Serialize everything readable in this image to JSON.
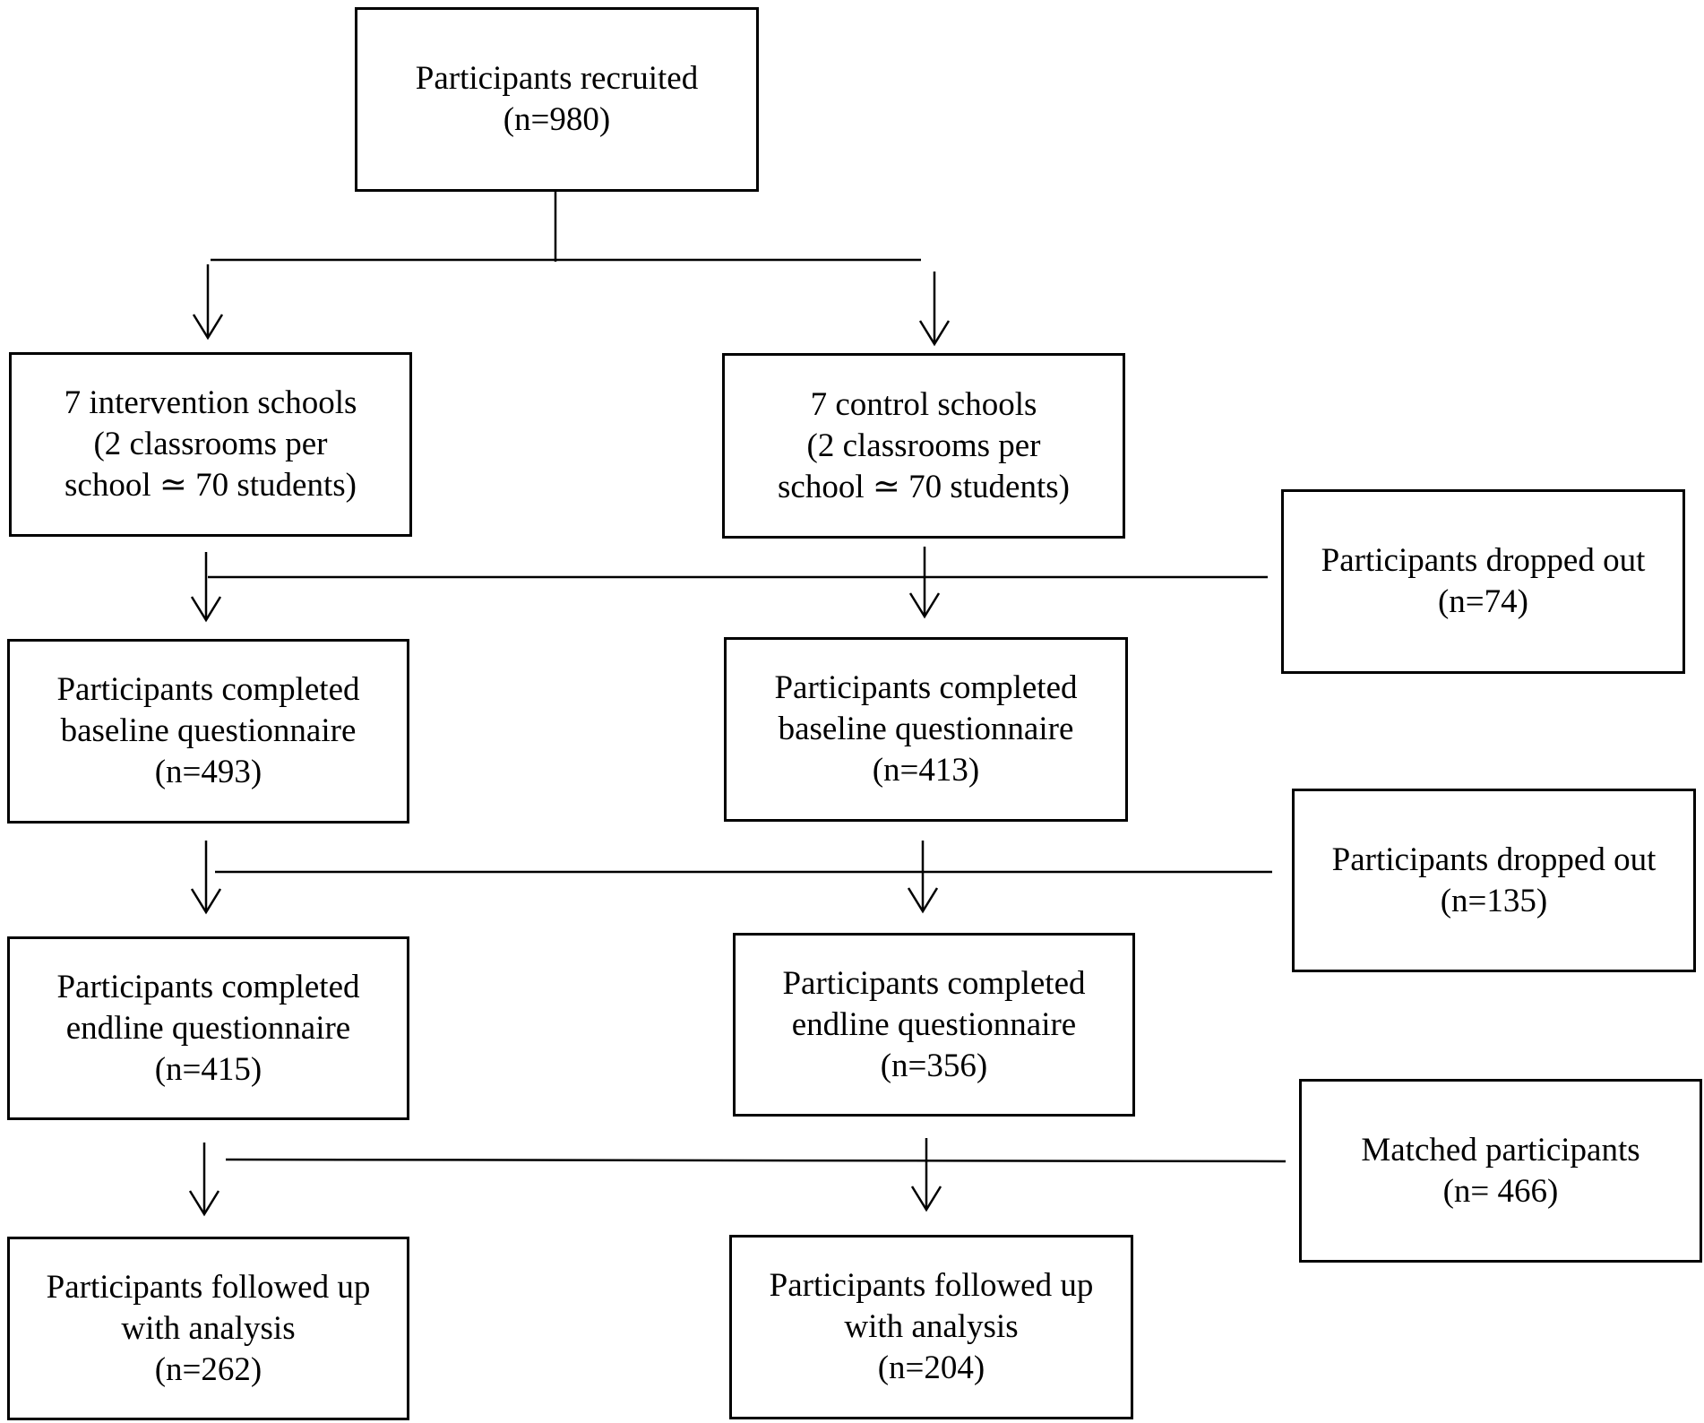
{
  "boxes": {
    "recruited": "Participants recruited\n(n=980)",
    "intervention_schools": "7 intervention schools\n(2 classrooms per\nschool ≃ 70 students)",
    "control_schools": "7 control schools\n(2 classrooms per\nschool ≃ 70 students)",
    "dropped_out_1": "Participants dropped out\n(n=74)",
    "intervention_baseline": "Participants completed\nbaseline questionnaire\n(n=493)",
    "control_baseline": "Participants completed\nbaseline questionnaire\n(n=413)",
    "dropped_out_2": "Participants dropped out\n(n=135)",
    "intervention_endline": "Participants completed\nendline questionnaire\n(n=415)",
    "control_endline": "Participants completed\nendline questionnaire\n(n=356)",
    "matched": "Matched participants\n(n= 466)",
    "intervention_followup": "Participants followed up\nwith analysis\n(n=262)",
    "control_followup": "Participants followed up\nwith analysis\n(n=204)"
  },
  "colors": {
    "stroke": "#000000",
    "background": "#ffffff"
  }
}
